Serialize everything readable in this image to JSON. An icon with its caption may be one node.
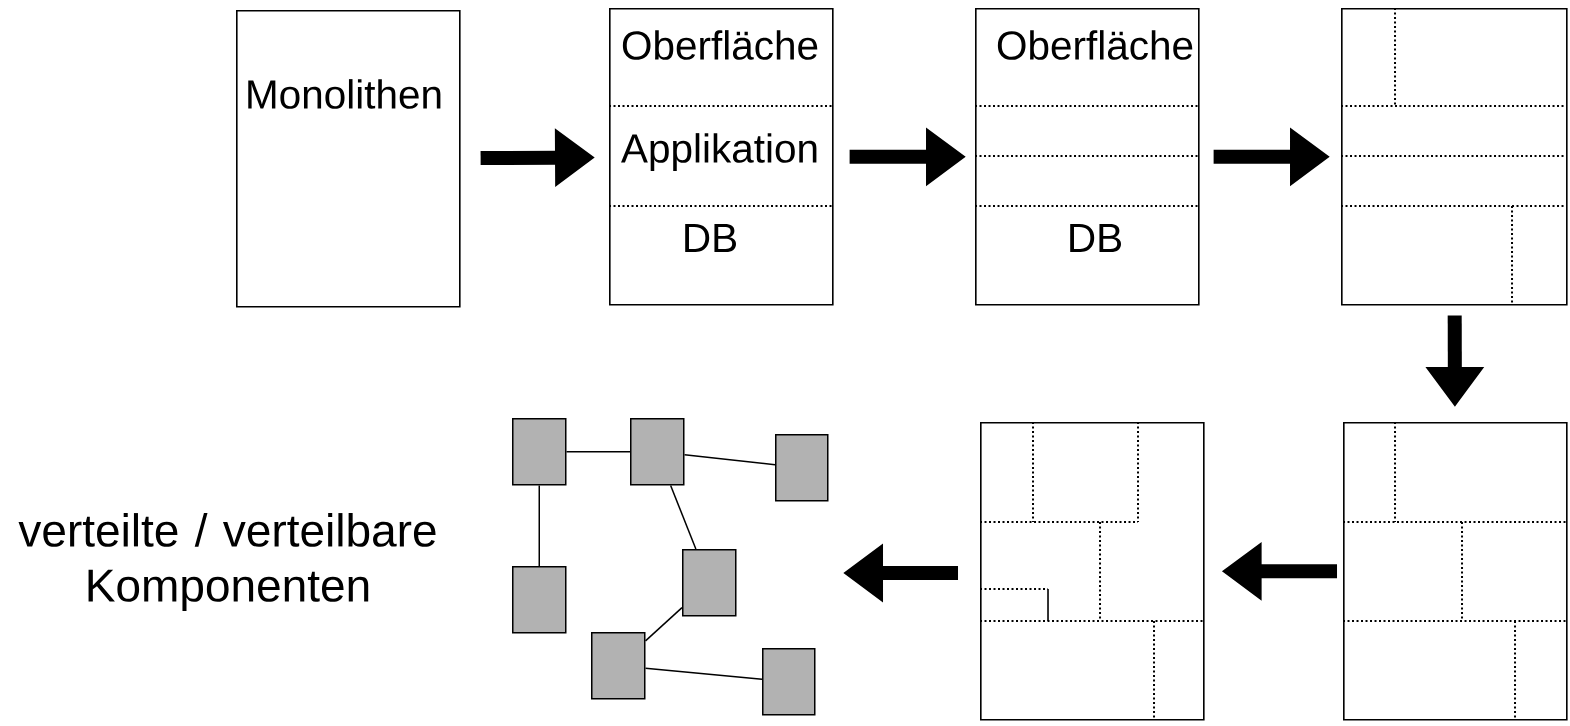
{
  "diagram": {
    "nodes": [
      {
        "text": [
          "Monolithen"
        ]
      },
      {
        "text": [
          "Oberfläche",
          "Applikation",
          "DB"
        ]
      },
      {
        "text": [
          "Oberfläche",
          "DB"
        ]
      },
      {
        "text": [],
        "shape": "box"
      },
      {
        "text": [],
        "shape": "box"
      },
      {
        "text": [],
        "shape": "box"
      },
      {
        "text": [],
        "shape": "box"
      },
      {
        "text": [],
        "shape": "box"
      },
      {
        "text": [],
        "shape": "box"
      },
      {
        "text": [],
        "shape": "box"
      },
      {
        "text": [],
        "shape": "box"
      },
      {
        "text": [],
        "shape": "box"
      },
      {
        "text": [],
        "shape": "box"
      }
    ],
    "edges": [
      {
        "from": 0,
        "to": 1,
        "arrow": "to",
        "style": "thick"
      },
      {
        "from": 1,
        "to": 2,
        "arrow": "to",
        "style": "thick"
      },
      {
        "from": 2,
        "to": 3,
        "arrow": "to",
        "style": "thick"
      },
      {
        "from": 3,
        "to": 4,
        "arrow": "to",
        "style": "thick"
      },
      {
        "from": 4,
        "to": 5,
        "arrow": "to",
        "style": "thick"
      },
      {
        "from": 5,
        "to": null,
        "arrow": "to",
        "style": "thick"
      },
      {
        "from": 6,
        "to": 9,
        "arrow": "none"
      },
      {
        "from": 9,
        "to": 12,
        "arrow": "none"
      },
      {
        "from": 6,
        "to": 7,
        "arrow": "none"
      },
      {
        "from": 9,
        "to": 10,
        "arrow": "none"
      },
      {
        "from": 10,
        "to": 8,
        "arrow": "none"
      },
      {
        "from": 8,
        "to": 11,
        "arrow": "none"
      }
    ],
    "labels": [
      "verteilte / verteilbare Komponenten"
    ]
  }
}
